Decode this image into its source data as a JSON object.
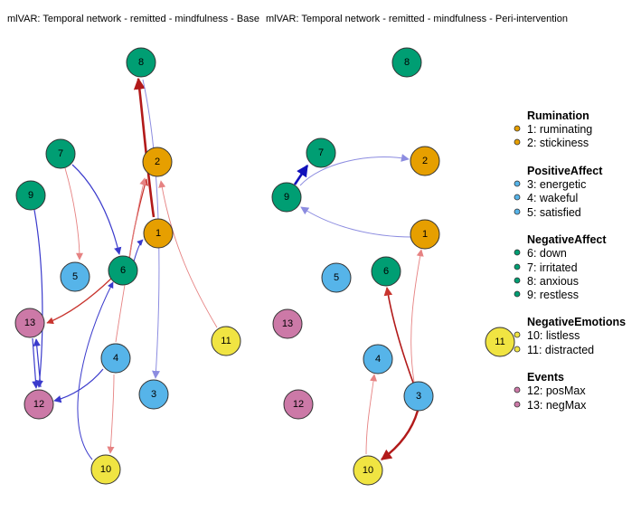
{
  "titles": {
    "left": "mlVAR: Temporal network - remitted - mindfulness - Base",
    "right": "mlVAR: Temporal network - remitted - mindfulness - Peri-intervention"
  },
  "colors": {
    "Rumination": "#E69F00",
    "PositiveAffect": "#56B4E9",
    "NegativeAffect": "#009E73",
    "NegativeEmotions": "#F0E442",
    "Events": "#CC79A7"
  },
  "legend": [
    {
      "group": "Rumination",
      "items": [
        "1: ruminating",
        "2: stickiness"
      ]
    },
    {
      "group": "PositiveAffect",
      "items": [
        "3: energetic",
        "4: wakeful",
        "5: satisfied"
      ]
    },
    {
      "group": "NegativeAffect",
      "items": [
        "6: down",
        "7: irritated",
        "8: anxious",
        "9: restless"
      ]
    },
    {
      "group": "NegativeEmotions",
      "items": [
        "10: listless",
        "11: distracted"
      ]
    },
    {
      "group": "Events",
      "items": [
        "12: posMax",
        "13: negMax"
      ]
    }
  ],
  "networks": [
    {
      "id": "base",
      "nodes": [
        {
          "label": "1",
          "group": "Rumination"
        },
        {
          "label": "2",
          "group": "Rumination"
        },
        {
          "label": "3",
          "group": "PositiveAffect"
        },
        {
          "label": "4",
          "group": "PositiveAffect"
        },
        {
          "label": "5",
          "group": "PositiveAffect"
        },
        {
          "label": "6",
          "group": "NegativeAffect"
        },
        {
          "label": "7",
          "group": "NegativeAffect"
        },
        {
          "label": "8",
          "group": "NegativeAffect"
        },
        {
          "label": "9",
          "group": "NegativeAffect"
        },
        {
          "label": "10",
          "group": "NegativeEmotions"
        },
        {
          "label": "11",
          "group": "NegativeEmotions"
        },
        {
          "label": "12",
          "group": "Events"
        },
        {
          "label": "13",
          "group": "Events"
        }
      ],
      "edges": [
        {
          "from": "1",
          "to": "8",
          "sign": "positive",
          "strength": "strong"
        },
        {
          "from": "6",
          "to": "2",
          "sign": "positive",
          "strength": "weak"
        },
        {
          "from": "11",
          "to": "2",
          "sign": "positive",
          "strength": "faint"
        },
        {
          "from": "8",
          "to": "3",
          "sign": "negative",
          "strength": "weak"
        },
        {
          "from": "7",
          "to": "6",
          "sign": "negative",
          "strength": "medium"
        },
        {
          "from": "7",
          "to": "5",
          "sign": "positive",
          "strength": "faint"
        },
        {
          "from": "6",
          "to": "13",
          "sign": "positive",
          "strength": "medium"
        },
        {
          "from": "9",
          "to": "12",
          "sign": "negative",
          "strength": "medium"
        },
        {
          "from": "13",
          "to": "12",
          "sign": "negative",
          "strength": "medium"
        },
        {
          "from": "12",
          "to": "13",
          "sign": "negative",
          "strength": "medium"
        },
        {
          "from": "4",
          "to": "12",
          "sign": "negative",
          "strength": "medium"
        },
        {
          "from": "4",
          "to": "10",
          "sign": "positive",
          "strength": "faint"
        },
        {
          "from": "6",
          "to": "1",
          "sign": "negative",
          "strength": "weak"
        },
        {
          "from": "4",
          "to": "2",
          "sign": "positive",
          "strength": "weak"
        },
        {
          "from": "10",
          "to": "6",
          "sign": "negative",
          "strength": "weak"
        }
      ]
    },
    {
      "id": "peri",
      "nodes": [
        {
          "label": "1",
          "group": "Rumination"
        },
        {
          "label": "2",
          "group": "Rumination"
        },
        {
          "label": "3",
          "group": "PositiveAffect"
        },
        {
          "label": "4",
          "group": "PositiveAffect"
        },
        {
          "label": "5",
          "group": "PositiveAffect"
        },
        {
          "label": "6",
          "group": "NegativeAffect"
        },
        {
          "label": "7",
          "group": "NegativeAffect"
        },
        {
          "label": "8",
          "group": "NegativeAffect"
        },
        {
          "label": "9",
          "group": "NegativeAffect"
        },
        {
          "label": "10",
          "group": "NegativeEmotions"
        },
        {
          "label": "11",
          "group": "NegativeEmotions"
        },
        {
          "label": "12",
          "group": "Events"
        },
        {
          "label": "13",
          "group": "Events"
        }
      ],
      "edges": [
        {
          "from": "9",
          "to": "7",
          "sign": "negative",
          "strength": "strong"
        },
        {
          "from": "9",
          "to": "2",
          "sign": "negative",
          "strength": "weak"
        },
        {
          "from": "1",
          "to": "9",
          "sign": "negative",
          "strength": "weak"
        },
        {
          "from": "3",
          "to": "6",
          "sign": "positive",
          "strength": "medium"
        },
        {
          "from": "3",
          "to": "1",
          "sign": "positive",
          "strength": "faint"
        },
        {
          "from": "3",
          "to": "10",
          "sign": "positive",
          "strength": "strong"
        },
        {
          "from": "10",
          "to": "4",
          "sign": "positive",
          "strength": "faint"
        }
      ]
    }
  ]
}
